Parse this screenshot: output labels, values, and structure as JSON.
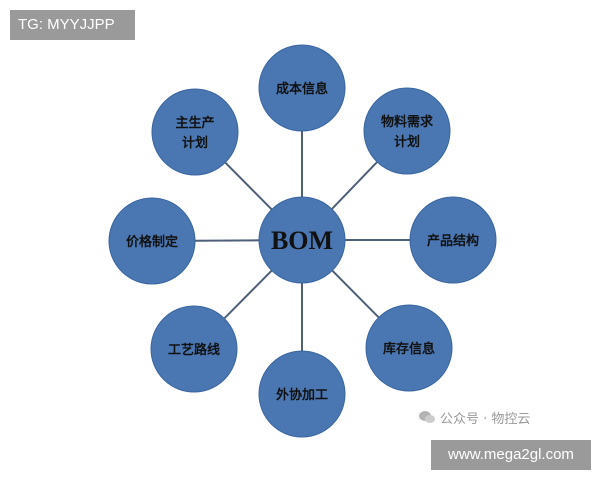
{
  "watermark_tag": "TG: MYYJJPP",
  "hub": {
    "label": "BOM"
  },
  "nodes": [
    {
      "id": "cost-info",
      "lines": [
        "成本信息"
      ]
    },
    {
      "id": "material-requirements-plan",
      "lines": [
        "物料需求",
        "计划"
      ]
    },
    {
      "id": "product-structure",
      "lines": [
        "产品结构"
      ]
    },
    {
      "id": "inventory-info",
      "lines": [
        "库存信息"
      ]
    },
    {
      "id": "outsourcing",
      "lines": [
        "外协加工"
      ]
    },
    {
      "id": "process-routing",
      "lines": [
        "工艺路线"
      ]
    },
    {
      "id": "pricing",
      "lines": [
        "价格制定"
      ]
    },
    {
      "id": "master-production-plan",
      "lines": [
        "主生产",
        "计划"
      ]
    }
  ],
  "footer": {
    "wechat_text": "公众号 · 物控云",
    "url": "www.mega2gl.com"
  },
  "colors": {
    "node_fill": "#4a76b1",
    "connector": "#4e5f78",
    "tag_bg": "#9a9a9a"
  }
}
